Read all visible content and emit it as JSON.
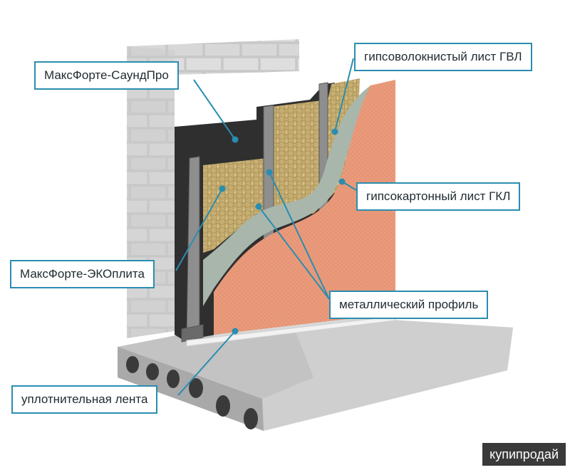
{
  "labels": {
    "soundpro": "МаксФорте-СаундПро",
    "gvl": "гипсоволокнистый лист ГВЛ",
    "gkl": "гипсокартонный лист ГКЛ",
    "ecoplita": "МаксФорте-ЭКОплита",
    "profile": "металлический профиль",
    "tape": "уплотнительная лента"
  },
  "watermark": "купипродай",
  "colors": {
    "callout": "#2a8db0",
    "brick": "#d2d2d2",
    "insulation": "#c9b27a",
    "membrane": "#2f2f2f",
    "gvl": "#a9b6ab",
    "gkl": "#e7987a",
    "slab": "#bdbdbd"
  }
}
